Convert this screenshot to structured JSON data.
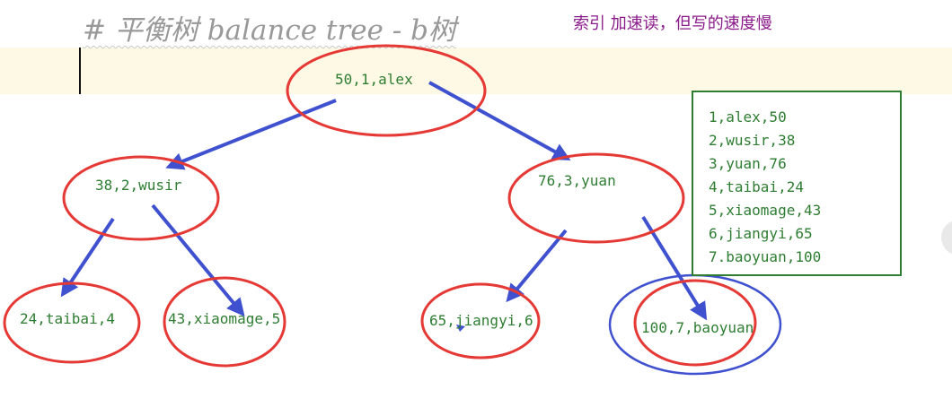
{
  "heading": "# 平衡树 balance tree - b树",
  "note": "索引 加速读，但写的速度慢",
  "colors": {
    "node_circle": "#e53935",
    "arrow": "#3f51cf",
    "text": "#2e7d32",
    "box_border": "#2e7d32",
    "highlight_circle": "#3f51cf"
  },
  "tree": {
    "root": "50,1,alex",
    "left": "38,2,wusir",
    "right": "76,3,yuan",
    "left_left": "24,taibai,4",
    "left_right": "43,xiaomage,5",
    "right_left": "65,jiangyi,6",
    "right_right": "100,7,baoyuan"
  },
  "records": [
    "1,alex,50",
    "2,wusir,38",
    "3,yuan,76",
    "4,taibai,24",
    "5,xiaomage,43",
    "6,jiangyi,65",
    "7.baoyuan,100"
  ]
}
